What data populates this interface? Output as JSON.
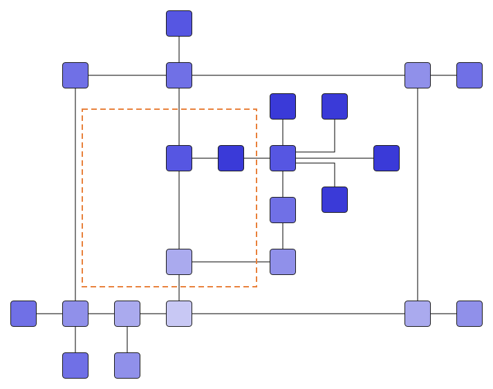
{
  "colors": {
    "background": "#ffffff",
    "edge": "#000000",
    "node_stroke": "#1a1a1a",
    "selection": "#e8803a"
  },
  "nodes": [
    {
      "id": "n1",
      "fill": "#5656e2"
    },
    {
      "id": "n2",
      "fill": "#7070e6"
    },
    {
      "id": "n3",
      "fill": "#7070e6"
    },
    {
      "id": "n4",
      "fill": "#9090ea"
    },
    {
      "id": "n5",
      "fill": "#7070e6"
    },
    {
      "id": "n6",
      "fill": "#3a3ad8"
    },
    {
      "id": "n7",
      "fill": "#3a3ad8"
    },
    {
      "id": "n8",
      "fill": "#5656e2"
    },
    {
      "id": "n9",
      "fill": "#3a3ad8"
    },
    {
      "id": "n10",
      "fill": "#5656e2"
    },
    {
      "id": "n11",
      "fill": "#3a3ad8"
    },
    {
      "id": "n12",
      "fill": "#3a3ad8"
    },
    {
      "id": "n13",
      "fill": "#7070e6"
    },
    {
      "id": "n14",
      "fill": "#aaaaee"
    },
    {
      "id": "n15",
      "fill": "#9090ea"
    },
    {
      "id": "n16",
      "fill": "#7070e6"
    },
    {
      "id": "n17",
      "fill": "#9090ea"
    },
    {
      "id": "n18",
      "fill": "#aaaaee"
    },
    {
      "id": "n19",
      "fill": "#c8c8f4"
    },
    {
      "id": "n20",
      "fill": "#aaaaee"
    },
    {
      "id": "n21",
      "fill": "#9090ea"
    },
    {
      "id": "n22",
      "fill": "#7070e6"
    },
    {
      "id": "n23",
      "fill": "#9090ea"
    }
  ],
  "edges": [
    {
      "from": "n1",
      "to": "n3"
    },
    {
      "from": "n2",
      "to": "n3"
    },
    {
      "from": "n3",
      "to": "n4"
    },
    {
      "from": "n4",
      "to": "n5"
    },
    {
      "from": "n3",
      "to": "n8"
    },
    {
      "from": "n2",
      "to": "n17"
    },
    {
      "from": "n4",
      "to": "n20"
    },
    {
      "from": "n8",
      "to": "n9"
    },
    {
      "from": "n9",
      "to": "n10"
    },
    {
      "from": "n6",
      "to": "n10"
    },
    {
      "from": "n7",
      "to": "n10"
    },
    {
      "from": "n10",
      "to": "n11"
    },
    {
      "from": "n10",
      "to": "n12"
    },
    {
      "from": "n10",
      "to": "n13"
    },
    {
      "from": "n13",
      "to": "n15"
    },
    {
      "from": "n8",
      "to": "n14"
    },
    {
      "from": "n14",
      "to": "n15"
    },
    {
      "from": "n14",
      "to": "n19"
    },
    {
      "from": "n16",
      "to": "n17"
    },
    {
      "from": "n17",
      "to": "n18"
    },
    {
      "from": "n18",
      "to": "n19"
    },
    {
      "from": "n19",
      "to": "n20"
    },
    {
      "from": "n20",
      "to": "n21"
    },
    {
      "from": "n17",
      "to": "n22"
    },
    {
      "from": "n18",
      "to": "n23"
    }
  ]
}
